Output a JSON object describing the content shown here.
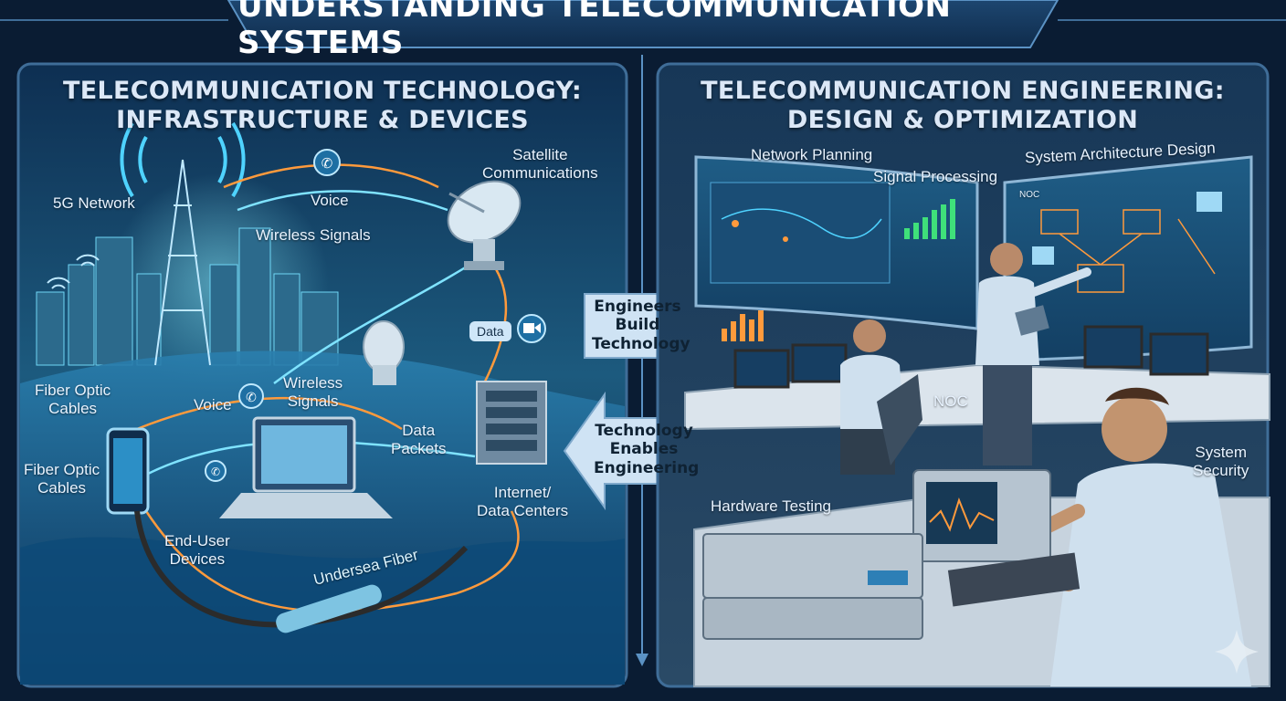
{
  "title": "UNDERSTANDING TELECOMMUNICATION SYSTEMS",
  "left_panel": {
    "title_line1": "TELECOMMUNICATION TECHNOLOGY:",
    "title_line2": "INFRASTRUCTURE & DEVICES",
    "labels": {
      "network_5g": "5G Network",
      "voice_top": "Voice",
      "wireless_signals_top": "Wireless Signals",
      "satellite_line1": "Satellite",
      "satellite_line2": "Communications",
      "data": "Data",
      "fiber_optic_1_line1": "Fiber Optic",
      "fiber_optic_1_line2": "Cables",
      "voice_mid": "Voice",
      "wireless_signals_mid_line1": "Wireless",
      "wireless_signals_mid_line2": "Signals",
      "data_packets_line1": "Data",
      "data_packets_line2": "Packets",
      "fiber_optic_2_line1": "Fiber Optic",
      "fiber_optic_2_line2": "Cables",
      "internet_line1": "Internet/",
      "internet_line2": "Data Centers",
      "end_user_line1": "End-User",
      "end_user_line2": "Devices",
      "undersea": "Undersea Fiber"
    }
  },
  "center": {
    "arrow_right_line1": "Engineers",
    "arrow_right_line2": "Build",
    "arrow_right_line3": "Technology",
    "arrow_left_line1": "Technology",
    "arrow_left_line2": "Enables",
    "arrow_left_line3": "Engineering"
  },
  "right_panel": {
    "title_line1": "TELECOMMUNICATION ENGINEERING:",
    "title_line2": "DESIGN & OPTIMIZATION",
    "labels": {
      "network_planning": "Network Planning",
      "signal_processing": "Signal Processing",
      "system_architecture": "System Architecture Design",
      "noc_screen": "NOC",
      "noc": "NOC",
      "system_security_line1": "System",
      "system_security_line2": "Security",
      "hardware_testing": "Hardware Testing"
    }
  },
  "colors": {
    "background": "#0a1c33",
    "panel_border": "#3f6d98",
    "accent_cyan": "#4fd3ff",
    "accent_orange": "#ff9a3c",
    "arrow_fill": "#cfe3f4"
  },
  "icons": [
    "phone-icon",
    "video-icon",
    "wifi-icon",
    "cell-tower-icon",
    "satellite-dish-icon",
    "server-icon",
    "laptop-icon",
    "smartphone-icon",
    "sparkle-icon"
  ]
}
